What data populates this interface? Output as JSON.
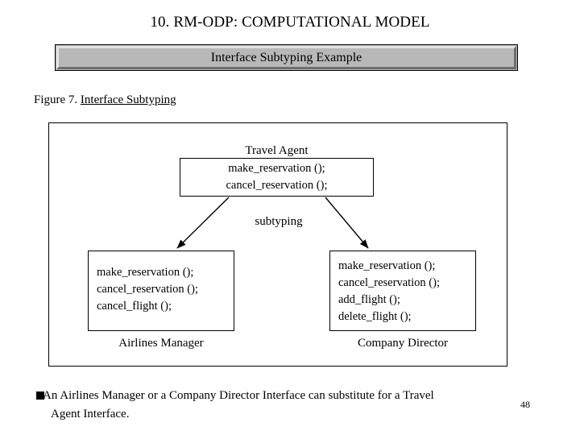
{
  "slide": {
    "title": "10. RM-ODP: COMPUTATIONAL MODEL",
    "banner_text": "Interface Subtyping Example",
    "page_number": "48"
  },
  "figure": {
    "caption_prefix": "Figure 7. ",
    "caption_title": "Interface Subtyping",
    "relation_label": "subtyping"
  },
  "diagram": {
    "nodes": [
      {
        "name": "travel-agent",
        "caption": "Travel Agent",
        "caption_position": "above",
        "operations": [
          "make_reservation ();",
          "cancel_reservation ();"
        ]
      },
      {
        "name": "airlines-manager",
        "caption": "Airlines Manager",
        "caption_position": "below",
        "operations": [
          "make_reservation ();",
          "cancel_reservation ();",
          "cancel_flight ();"
        ]
      },
      {
        "name": "company-director",
        "caption": "Company Director",
        "caption_position": "below",
        "operations": [
          "make_reservation ();",
          "cancel_reservation ();",
          "add_flight ();",
          "delete_flight ();"
        ]
      }
    ],
    "arrows": [
      {
        "name": "arrow-travel-agent-to-airlines-manager",
        "from": "travel-agent",
        "to": "airlines-manager"
      },
      {
        "name": "arrow-travel-agent-to-company-director",
        "from": "travel-agent",
        "to": "company-director"
      }
    ]
  },
  "footer": {
    "bullet": "filled-square-glyph",
    "line1": "An Airlines Manager or a Company Director Interface can substitute for a Travel",
    "line2": "Agent Interface."
  },
  "colors": {
    "banner_fill": "#b8b8b8",
    "banner_highlight": "#e2e2e2",
    "banner_shadow": "#6e6e6e",
    "ink": "#000000",
    "background": "#ffffff"
  }
}
